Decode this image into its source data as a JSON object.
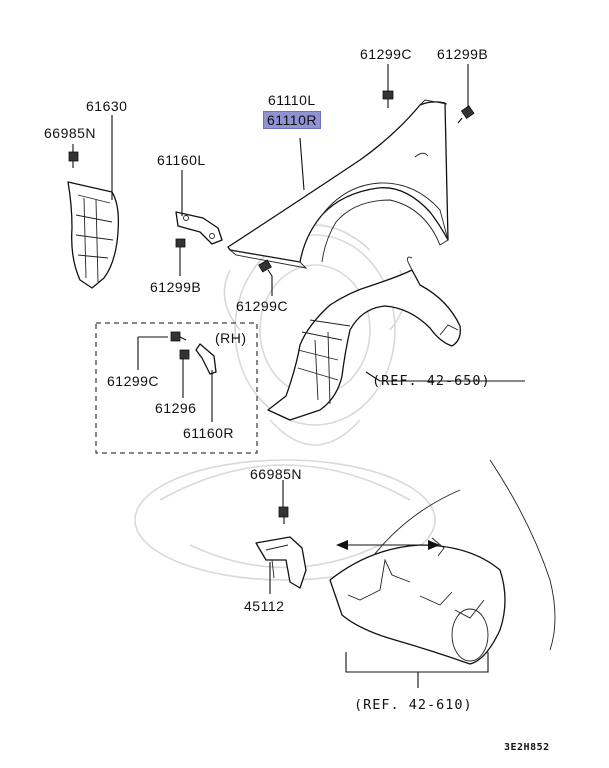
{
  "labels": {
    "p61299C_top": "61299C",
    "p61299B_top": "61299B",
    "p61110L": "61110L",
    "p61110R": "61110R",
    "p61630": "61630",
    "p66985N_left": "66985N",
    "p61160L": "61160L",
    "p61299B_mid": "61299B",
    "p61299C_mid": "61299C",
    "rh": "(RH)",
    "p61299C_rh": "61299C",
    "p61296": "61296",
    "p61160R": "61160R",
    "ref_42_650": "(REF. 42-650)",
    "p66985N_low": "66985N",
    "p45112": "45112",
    "ref_42_610": "(REF. 42-610)",
    "diagram_code": "3E2H852"
  },
  "highlight_color": "#8f93d4"
}
